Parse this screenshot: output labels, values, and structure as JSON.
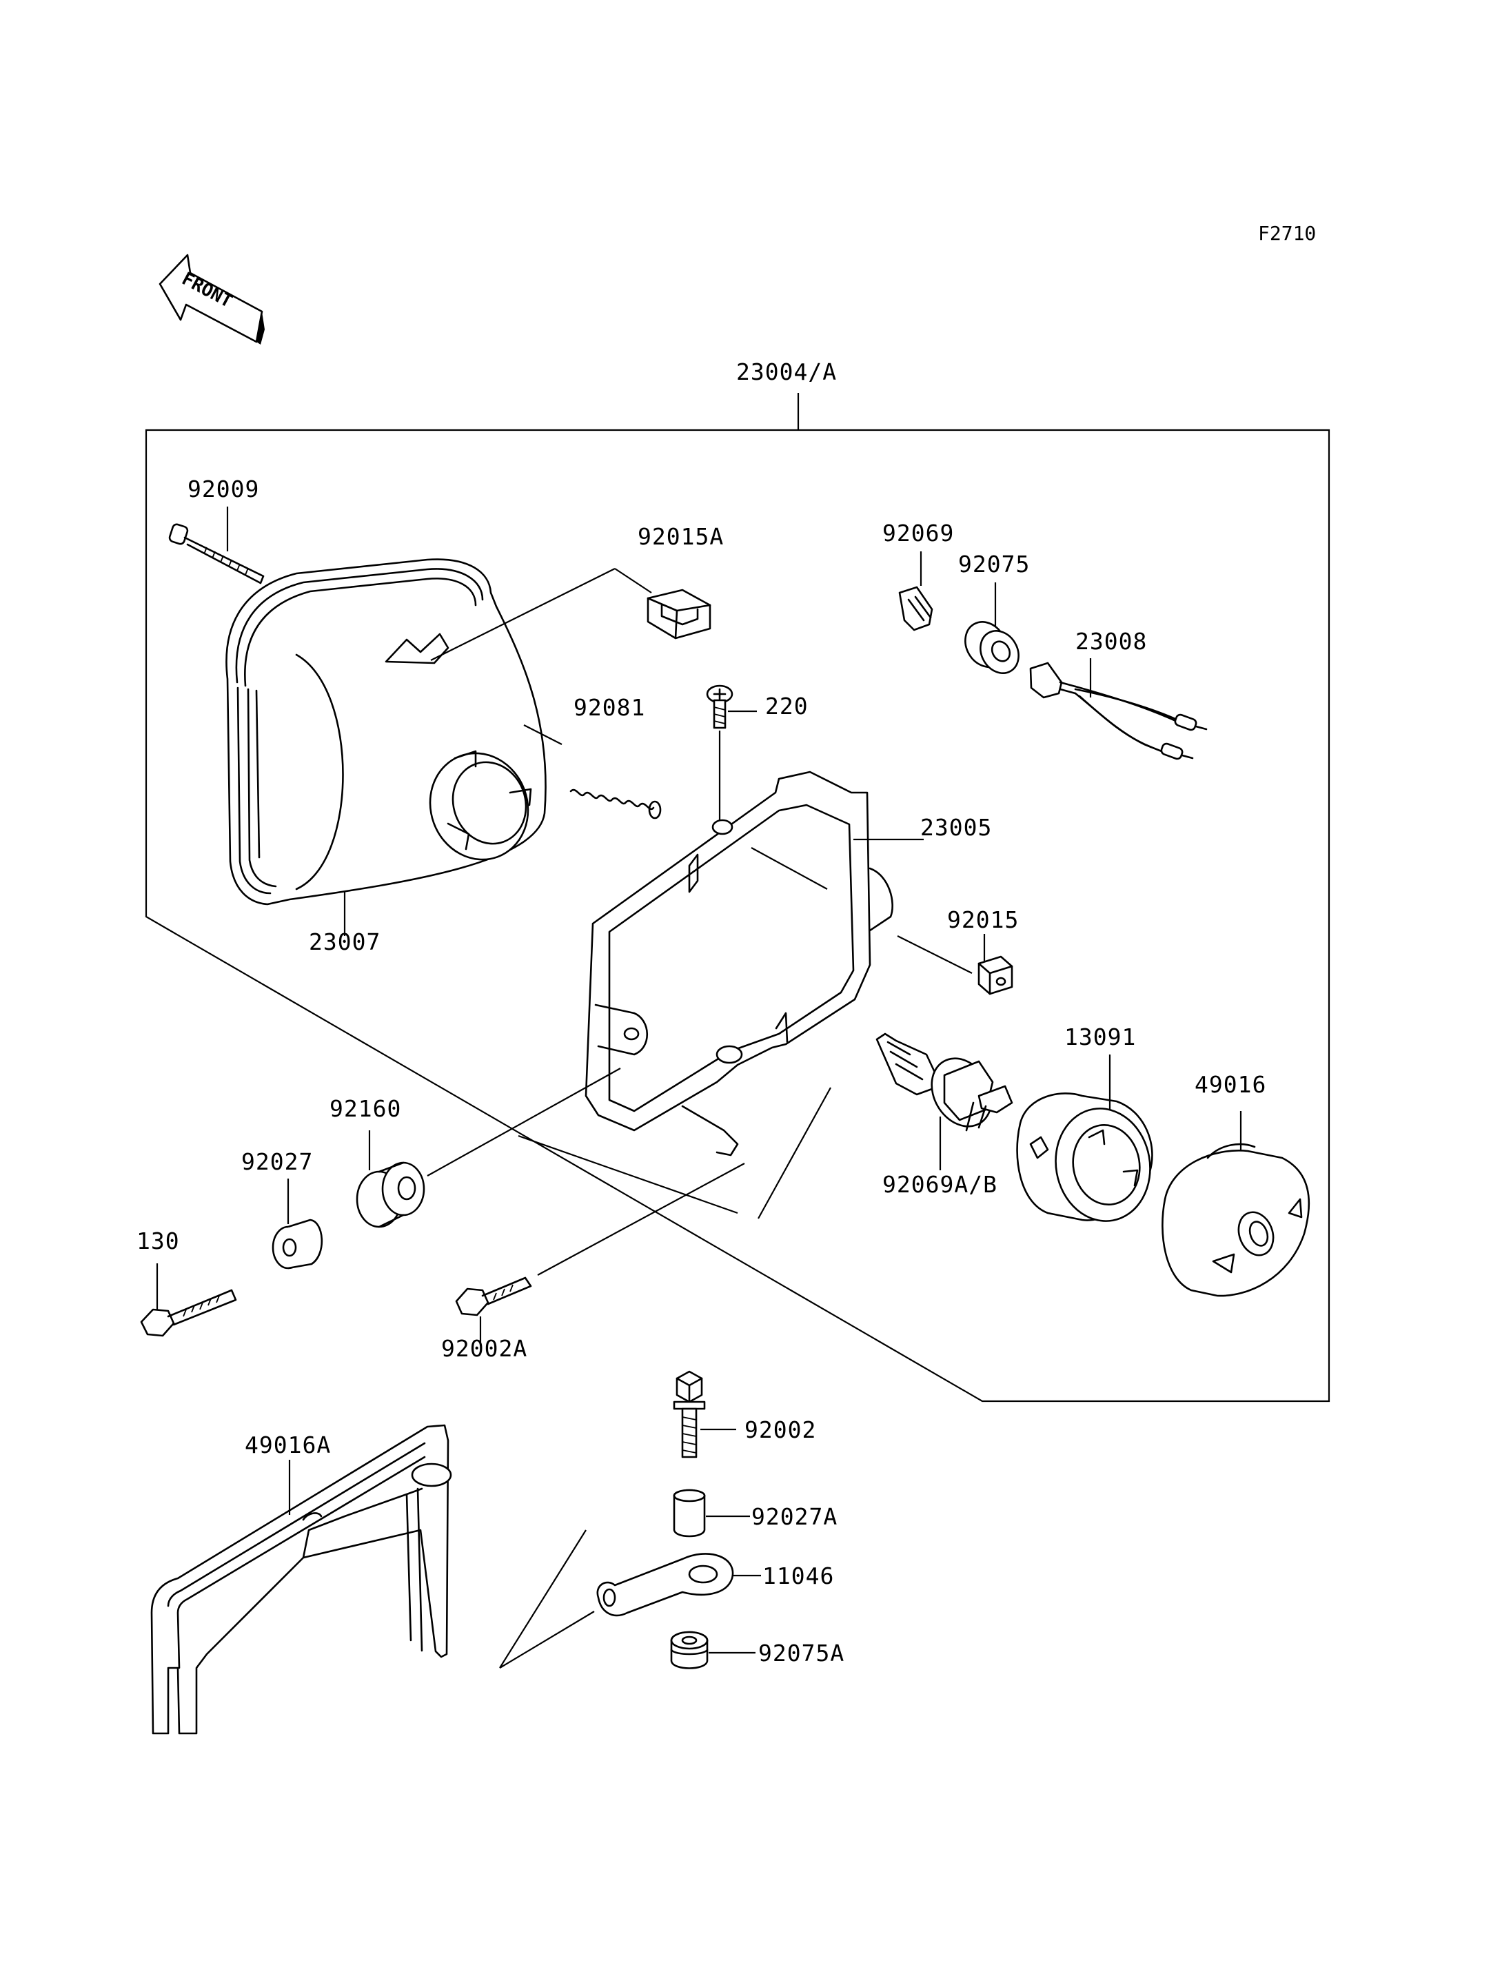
{
  "figure_code": "F2710",
  "front_label": "FRONT",
  "labels": {
    "p23004A": "23004/A",
    "p92009": "92009",
    "p92015A": "92015A",
    "p92069": "92069",
    "p92075": "92075",
    "p23008": "23008",
    "p92081": "92081",
    "p220": "220",
    "p23005": "23005",
    "p23007": "23007",
    "p92015": "92015",
    "p13091": "13091",
    "p49016": "49016",
    "p92160": "92160",
    "p92027": "92027",
    "p130": "130",
    "p92069AB": "92069A/B",
    "p92002A": "92002A",
    "p92002": "92002",
    "p49016A": "49016A",
    "p92027A": "92027A",
    "p11046": "11046",
    "p92075A": "92075A"
  }
}
